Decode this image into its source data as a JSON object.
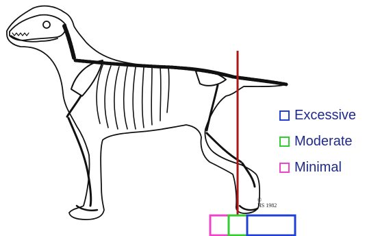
{
  "figure": {
    "legend": [
      {
        "label": "Excessive",
        "color": "#1f3fd6"
      },
      {
        "label": "Moderate",
        "color": "#33cc33"
      },
      {
        "label": "Minimal",
        "color": "#ee44cc"
      }
    ],
    "plumb_line_color": "#b01515",
    "signature_lines": [
      "©",
      "HS 1982"
    ]
  }
}
